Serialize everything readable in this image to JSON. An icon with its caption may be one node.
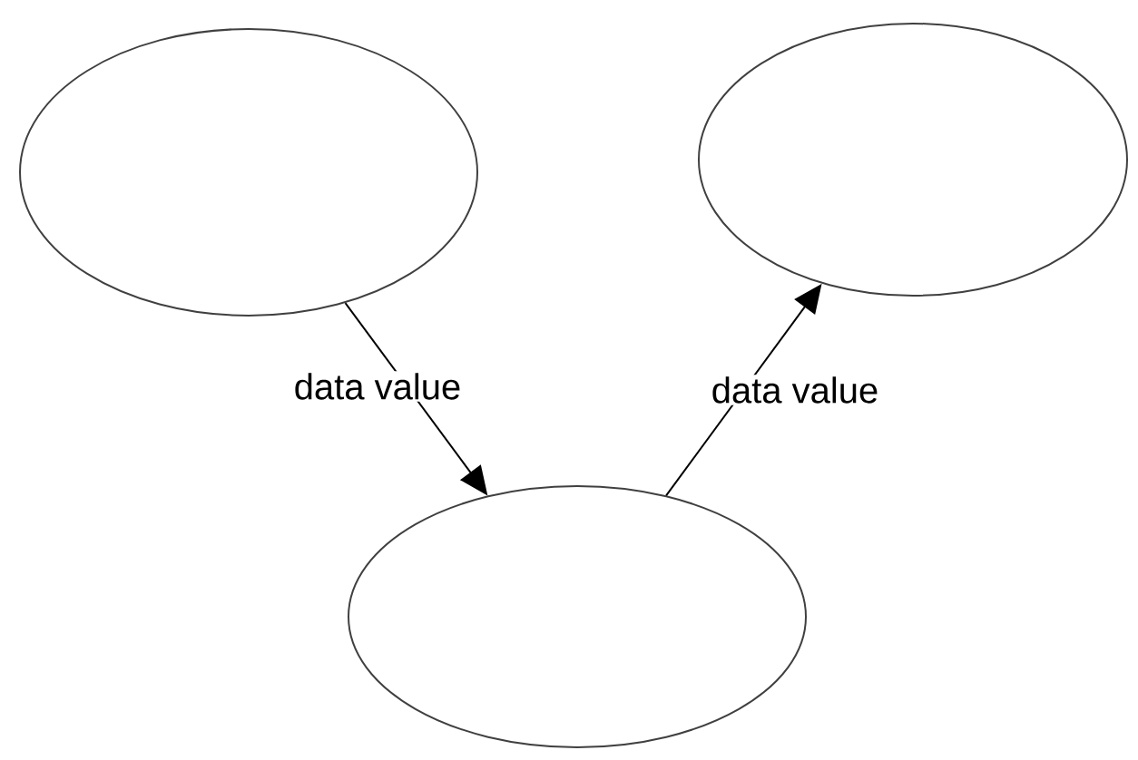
{
  "diagram": {
    "nodes": [
      {
        "text": [],
        "shape": "ellipse"
      },
      {
        "text": [],
        "shape": "ellipse"
      },
      {
        "text": [],
        "shape": "ellipse"
      }
    ],
    "edges": [
      {
        "from": 0,
        "to": 2,
        "arrow": "to",
        "label": "data value"
      },
      {
        "from": 2,
        "to": 1,
        "arrow": "to",
        "label": "data value"
      }
    ]
  }
}
